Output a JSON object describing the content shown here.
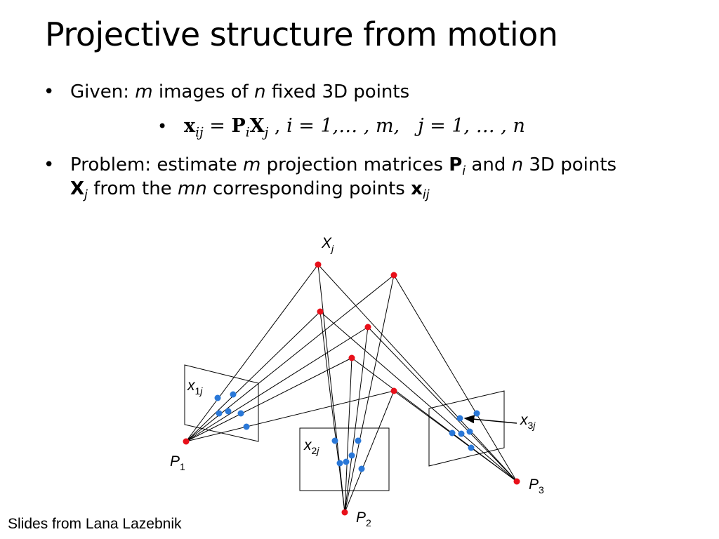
{
  "slide": {
    "title": "Projective structure from motion",
    "credit": "Slides from Lana Lazebnik"
  },
  "bullets": {
    "bullet_char": "•",
    "given": {
      "prefix": "Given: ",
      "m": "m",
      "mid": " images of ",
      "n": "n",
      "suffix": " fixed 3D points"
    },
    "equation": {
      "x": "x",
      "x_sub": "ij",
      "eq": " = ",
      "P": "P",
      "P_sub": "i",
      "X": "X",
      "X_sub": "j",
      "comma": " , ",
      "i_part": "i = 1,… , m,",
      "j_part": "j = 1, … , n"
    },
    "problem": {
      "prefix": "Problem: estimate ",
      "m": "m",
      "mid1": " projection matrices ",
      "P": "P",
      "P_sub": "i",
      "mid2": " and ",
      "n": "n",
      "mid3": " 3D points",
      "X": "X",
      "X_sub": "j",
      "mid4": " from the ",
      "mn": "mn",
      "mid5": " corresponding points ",
      "x": "x",
      "x_sub": "ij"
    }
  },
  "diagram": {
    "labels": {
      "Xj": {
        "base": "X",
        "sub": "j"
      },
      "x1j": {
        "base": "x",
        "sub1": "1",
        "sub2": "j"
      },
      "x2j": {
        "base": "x",
        "sub1": "2",
        "sub2": "j"
      },
      "x3j": {
        "base": "x",
        "sub1": "3",
        "sub2": "j"
      },
      "P1": {
        "base": "P",
        "sub": "1"
      },
      "P2": {
        "base": "P",
        "sub": "2"
      },
      "P3": {
        "base": "P",
        "sub": "3"
      }
    },
    "colors": {
      "scene_point": "#e8101a",
      "image_point": "#2a78d8",
      "line": "#000000"
    }
  }
}
